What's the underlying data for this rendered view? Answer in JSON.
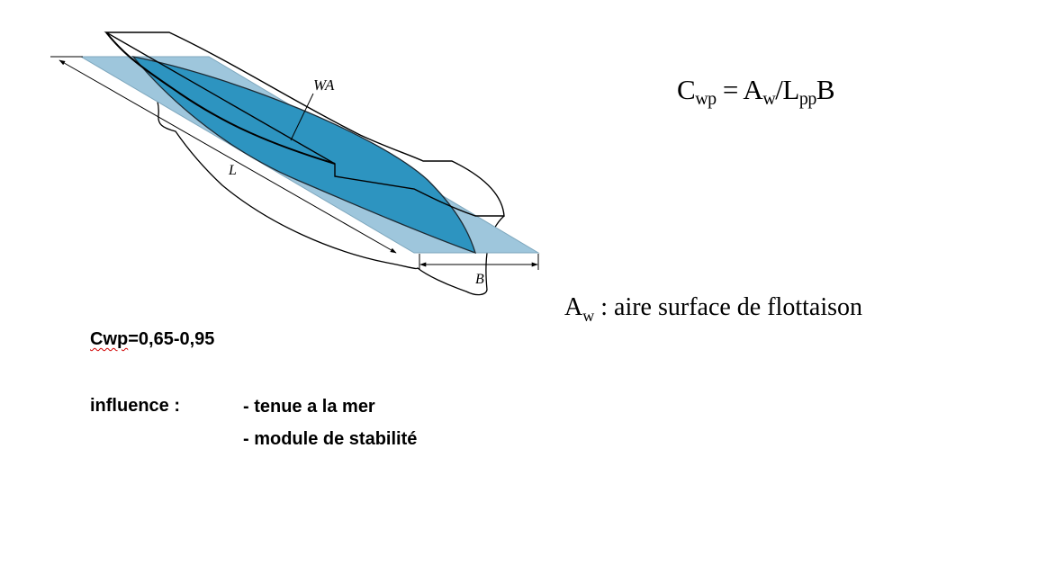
{
  "diagram": {
    "label_wa": "WA",
    "label_l": "L",
    "label_b": "B",
    "colors": {
      "plane_fill": "#9ec6dc",
      "waterplane_fill": "#2d94c0",
      "outline": "#000000"
    }
  },
  "formula": {
    "c": "C",
    "c_sub": "wp",
    "eq": " = A",
    "a_sub": "w",
    "slash": "/L",
    "l_sub": "pp",
    "tail": "B"
  },
  "definition": {
    "a": "A",
    "a_sub": "w",
    "text": " : aire surface de flottaison"
  },
  "range": {
    "symbol": "Cwp",
    "value": "=0,65-0,95"
  },
  "influence": {
    "label": "influence :",
    "items": [
      "- tenue a la mer",
      "- module de stabilité"
    ]
  }
}
